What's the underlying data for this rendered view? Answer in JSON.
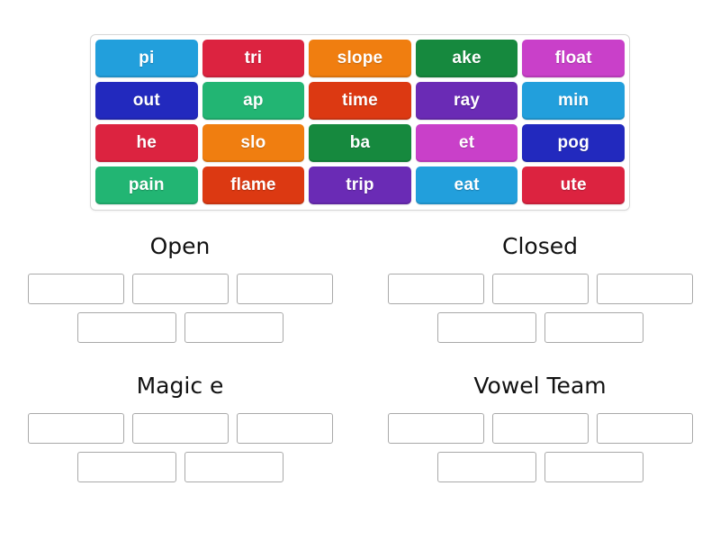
{
  "activity": {
    "type": "group-sort",
    "tile_bank": {
      "rows": [
        [
          {
            "label": "pi",
            "color": "#229FDC"
          },
          {
            "label": "tri",
            "color": "#DC2340"
          },
          {
            "label": "slope",
            "color": "#F07E10"
          },
          {
            "label": "ake",
            "color": "#16893E"
          },
          {
            "label": "float",
            "color": "#C940C9"
          }
        ],
        [
          {
            "label": "out",
            "color": "#2229BE"
          },
          {
            "label": "ap",
            "color": "#22B573"
          },
          {
            "label": "time",
            "color": "#DC3912"
          },
          {
            "label": "ray",
            "color": "#6A2BB5"
          },
          {
            "label": "min",
            "color": "#229FDC"
          }
        ],
        [
          {
            "label": "he",
            "color": "#DC2340"
          },
          {
            "label": "slo",
            "color": "#F07E10"
          },
          {
            "label": "ba",
            "color": "#16893E"
          },
          {
            "label": "et",
            "color": "#C940C9"
          },
          {
            "label": "pog",
            "color": "#2229BE"
          }
        ],
        [
          {
            "label": "pain",
            "color": "#22B573"
          },
          {
            "label": "flame",
            "color": "#DC3912"
          },
          {
            "label": "trip",
            "color": "#6A2BB5"
          },
          {
            "label": "eat",
            "color": "#229FDC"
          },
          {
            "label": "ute",
            "color": "#DC2340"
          }
        ]
      ]
    },
    "categories": [
      {
        "title": "Open",
        "slots_row1": 3,
        "slots_row2": 2
      },
      {
        "title": "Closed",
        "slots_row1": 3,
        "slots_row2": 2
      },
      {
        "title": "Magic e",
        "slots_row1": 3,
        "slots_row2": 2
      },
      {
        "title": "Vowel Team",
        "slots_row1": 3,
        "slots_row2": 2
      }
    ],
    "colors": {
      "background": "#ffffff",
      "bank_border": "#d6d6d6",
      "slot_border": "#a9a9a9",
      "title_text": "#111111",
      "tile_text": "#ffffff"
    }
  }
}
